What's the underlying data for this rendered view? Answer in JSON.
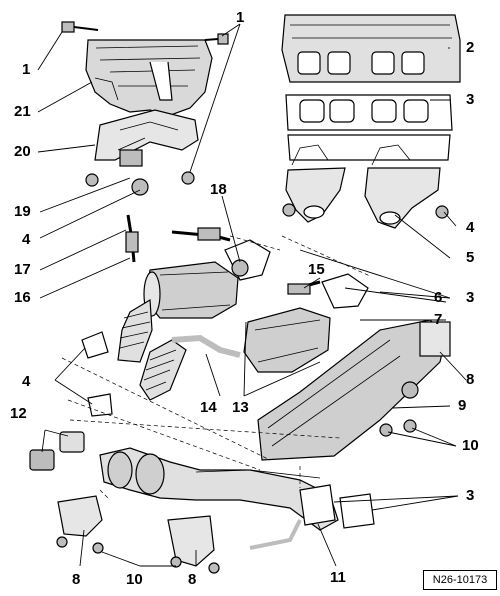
{
  "callouts": [
    {
      "id": "c1a",
      "text": "1"
    },
    {
      "id": "c1b",
      "text": "1"
    },
    {
      "id": "c2",
      "text": "2"
    },
    {
      "id": "c3a",
      "text": "3"
    },
    {
      "id": "c3b",
      "text": "3"
    },
    {
      "id": "c3c",
      "text": "3"
    },
    {
      "id": "c4a",
      "text": "4"
    },
    {
      "id": "c4b",
      "text": "4"
    },
    {
      "id": "c4c",
      "text": "4"
    },
    {
      "id": "c5",
      "text": "5"
    },
    {
      "id": "c6",
      "text": "6"
    },
    {
      "id": "c7",
      "text": "7"
    },
    {
      "id": "c8a",
      "text": "8"
    },
    {
      "id": "c8b",
      "text": "8"
    },
    {
      "id": "c8c",
      "text": "8"
    },
    {
      "id": "c9",
      "text": "9"
    },
    {
      "id": "c10a",
      "text": "10"
    },
    {
      "id": "c10b",
      "text": "10"
    },
    {
      "id": "c11",
      "text": "11"
    },
    {
      "id": "c12",
      "text": "12"
    },
    {
      "id": "c13",
      "text": "13"
    },
    {
      "id": "c14",
      "text": "14"
    },
    {
      "id": "c15",
      "text": "15"
    },
    {
      "id": "c16",
      "text": "16"
    },
    {
      "id": "c17",
      "text": "17"
    },
    {
      "id": "c18",
      "text": "18"
    },
    {
      "id": "c19",
      "text": "19"
    },
    {
      "id": "c20",
      "text": "20"
    },
    {
      "id": "c21",
      "text": "21"
    }
  ],
  "reference": "N26-10173",
  "colors": {
    "line": "#000000",
    "fill": "#ffffff",
    "shade": "#bdbdbd",
    "dark": "#555555"
  }
}
